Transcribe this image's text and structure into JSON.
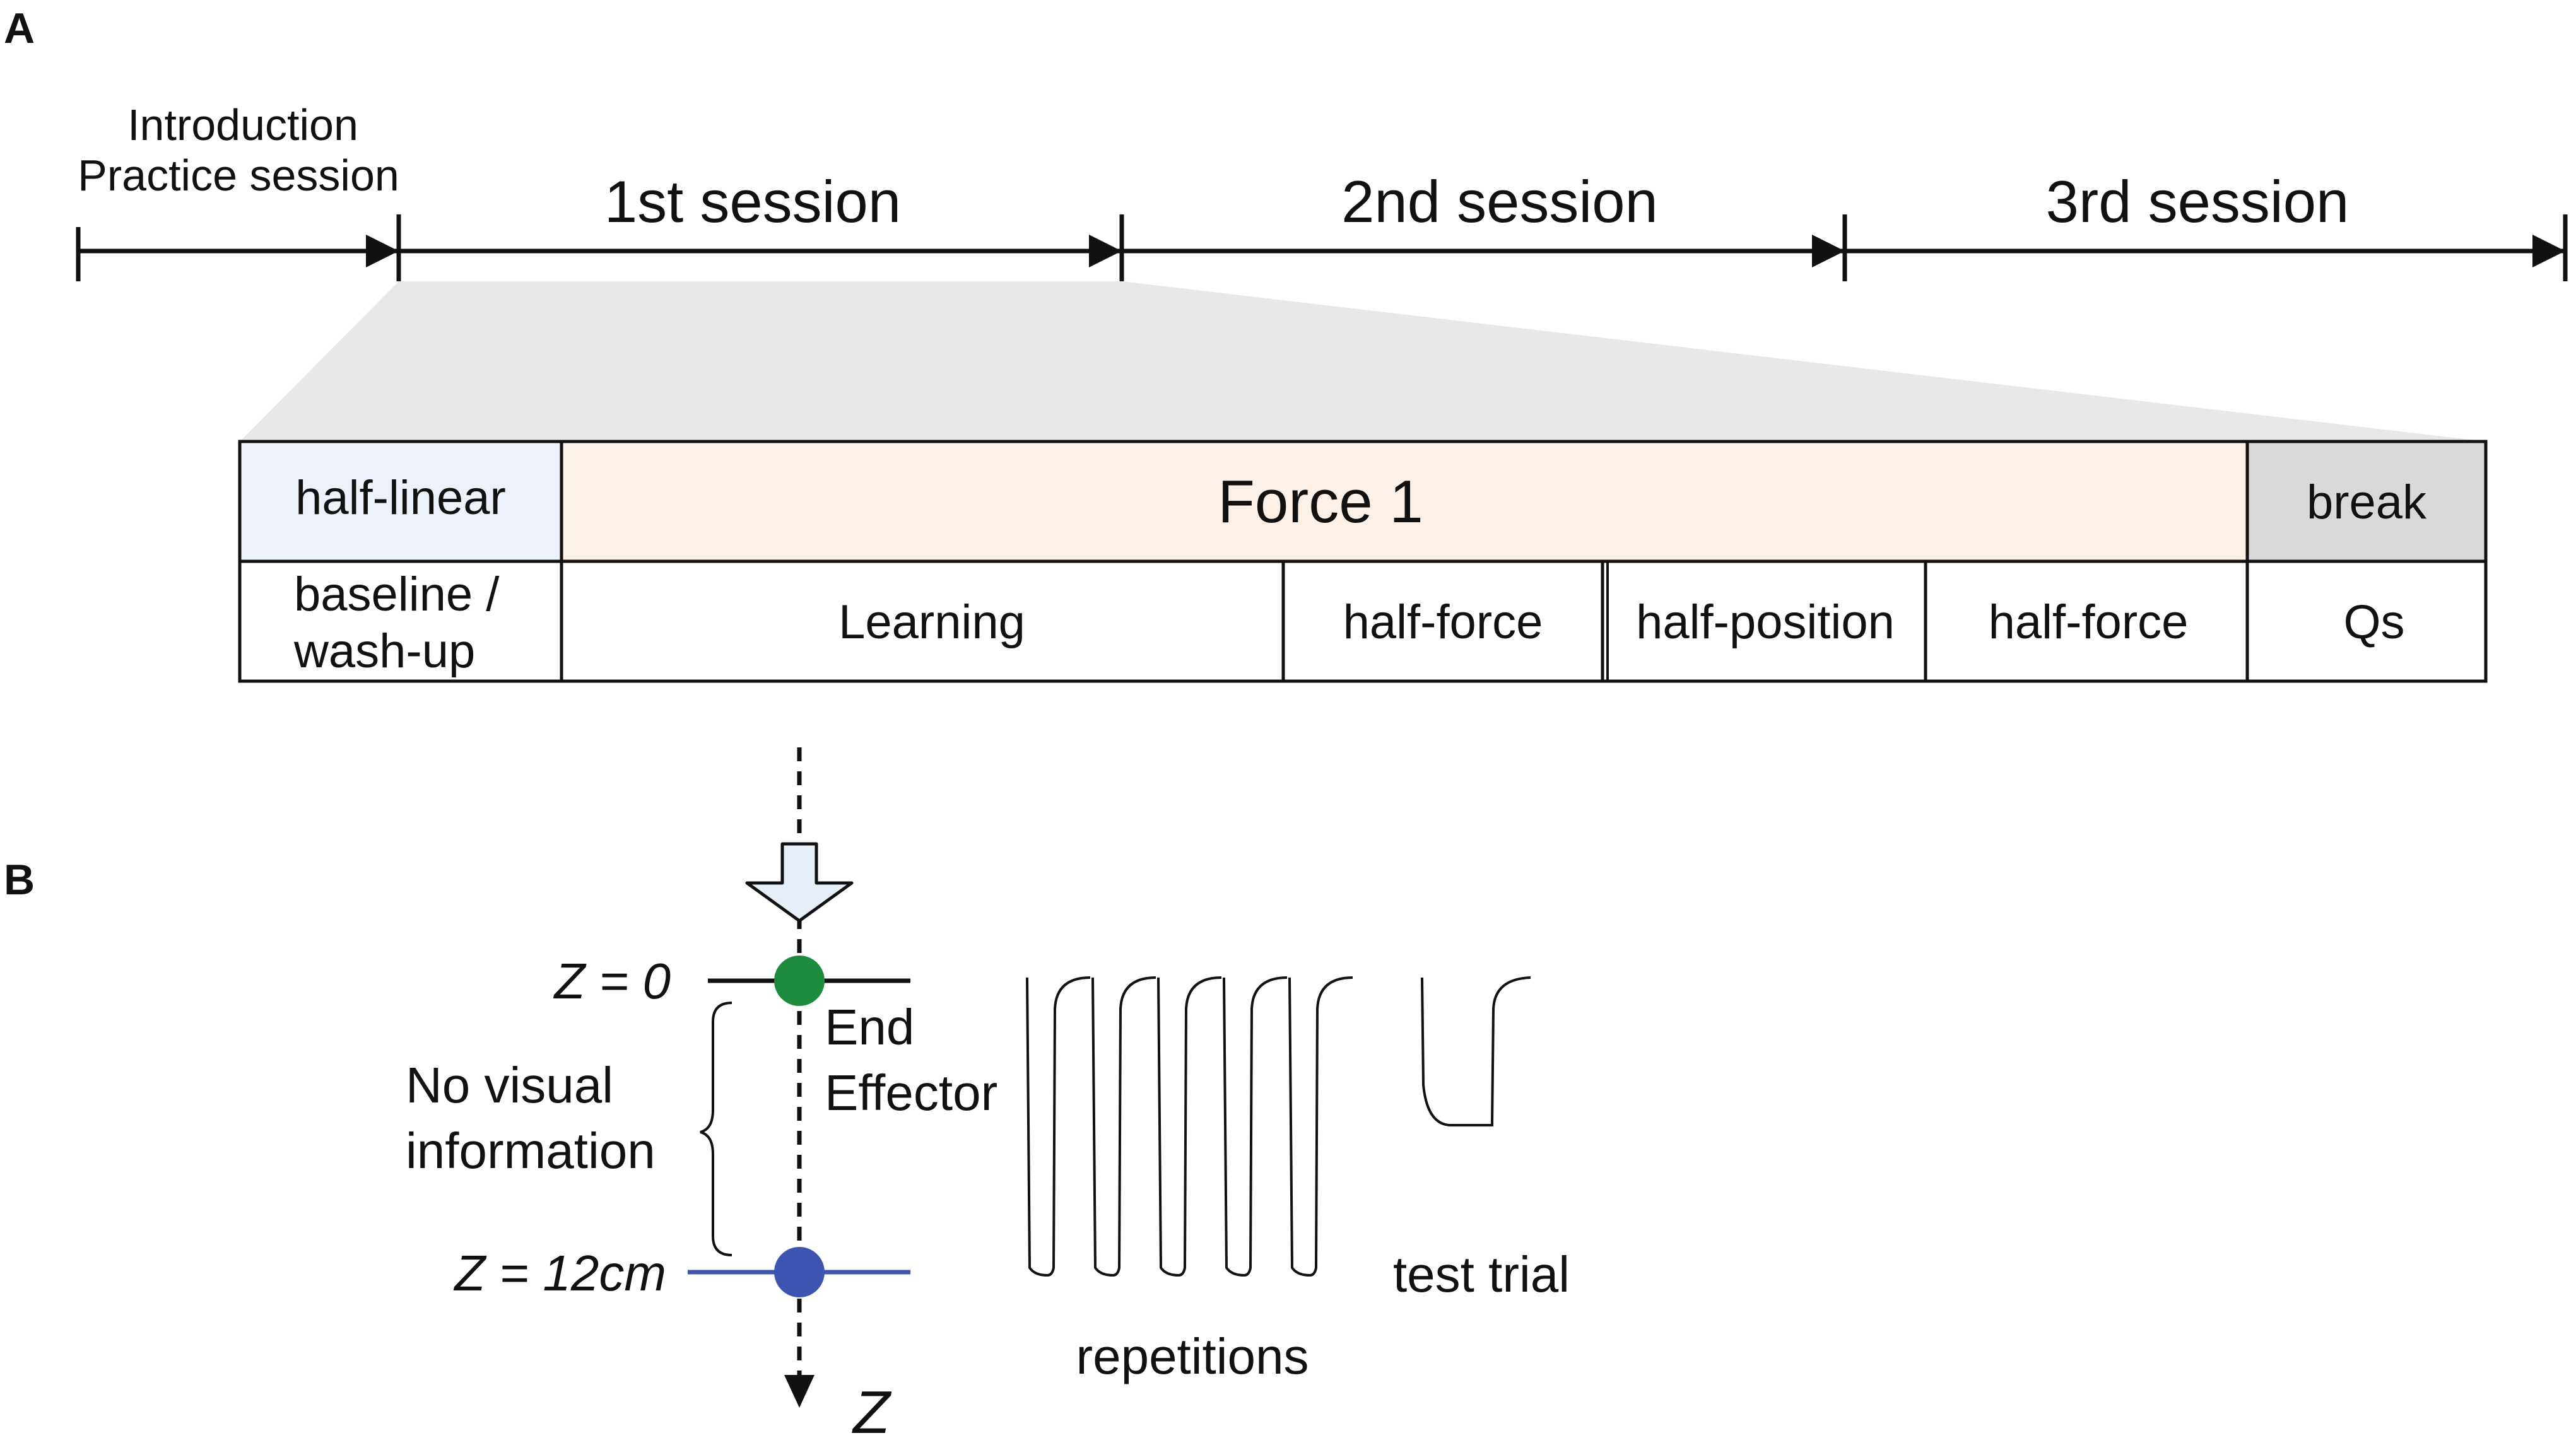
{
  "panel_a": {
    "label": "A",
    "intro": {
      "line1": "Introduction",
      "line2": "Practice session"
    },
    "sessions": [
      "1st session",
      "2nd session",
      "3rd session"
    ],
    "protocol": {
      "top_row": {
        "left": "half-linear",
        "middle": "Force 1",
        "right": "break"
      },
      "bottom_row": {
        "baseline_line1": "baseline /",
        "baseline_line2": "wash-up",
        "learning": "Learning",
        "half_force_1": "half-force",
        "half_position": "half-position",
        "half_force_2": "half-force",
        "qs": "Qs"
      },
      "colors": {
        "half_linear": "#edf2fa",
        "force": "#fdf0e6",
        "break": "#d9d9d9",
        "zoom_fan": "#e8e8e8"
      }
    }
  },
  "panel_b": {
    "label": "B",
    "z0_label": "Z = 0",
    "z12_label": "Z = 12cm",
    "no_visual_line1": "No visual",
    "no_visual_line2": "information",
    "end_effector_line1": "End",
    "end_effector_line2": "Effector",
    "repetitions_label": "repetitions",
    "test_trial_label": "test trial",
    "axis_label": "Z",
    "colors": {
      "start_dot": "#1e8a3e",
      "target_dot": "#3d55b0",
      "target_line": "#3d55b0",
      "arrow_fill": "#e6eef8"
    }
  }
}
